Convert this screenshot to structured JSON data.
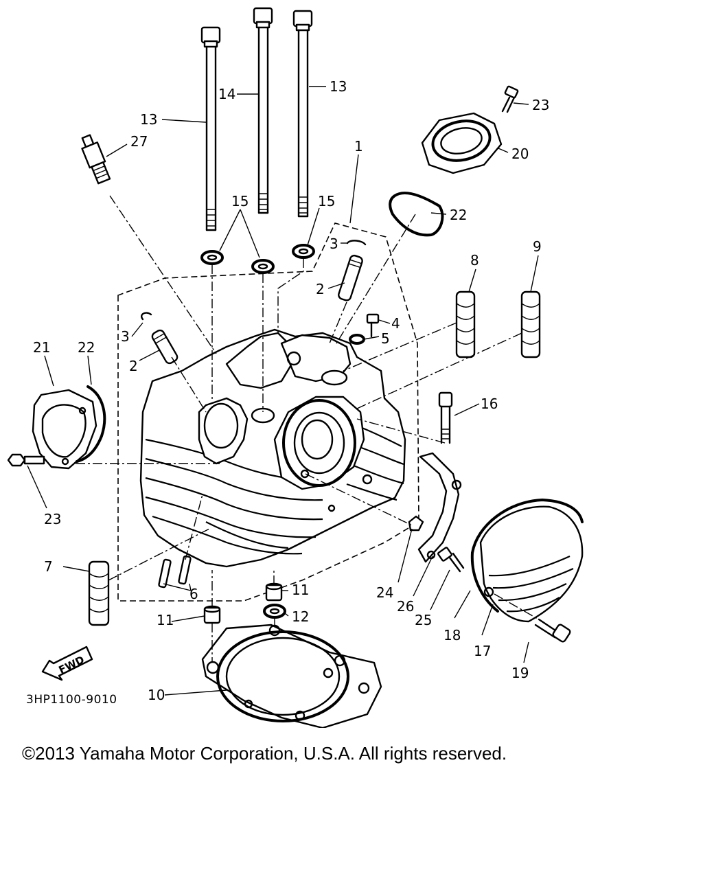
{
  "diagram": {
    "drawing_code": "3HP1100-9010",
    "fwd_label": "FWD",
    "labels": {
      "p1": "1",
      "p2a": "2",
      "p2b": "2",
      "p3a": "3",
      "p3b": "3",
      "p4": "4",
      "p5": "5",
      "p6": "6",
      "p7": "7",
      "p8": "8",
      "p9": "9",
      "p10": "10",
      "p11a": "11",
      "p11b": "11",
      "p12": "12",
      "p13a": "13",
      "p13b": "13",
      "p14": "14",
      "p15a": "15",
      "p15b": "15",
      "p16": "16",
      "p17": "17",
      "p18": "18",
      "p19": "19",
      "p20": "20",
      "p21": "21",
      "p22a": "22",
      "p22b": "22",
      "p23a": "23",
      "p23b": "23",
      "p24": "24",
      "p25": "25",
      "p26": "26",
      "p27": "27"
    }
  },
  "footer": {
    "copyright": "©2013 Yamaha Motor Corporation, U.S.A. All rights reserved."
  }
}
